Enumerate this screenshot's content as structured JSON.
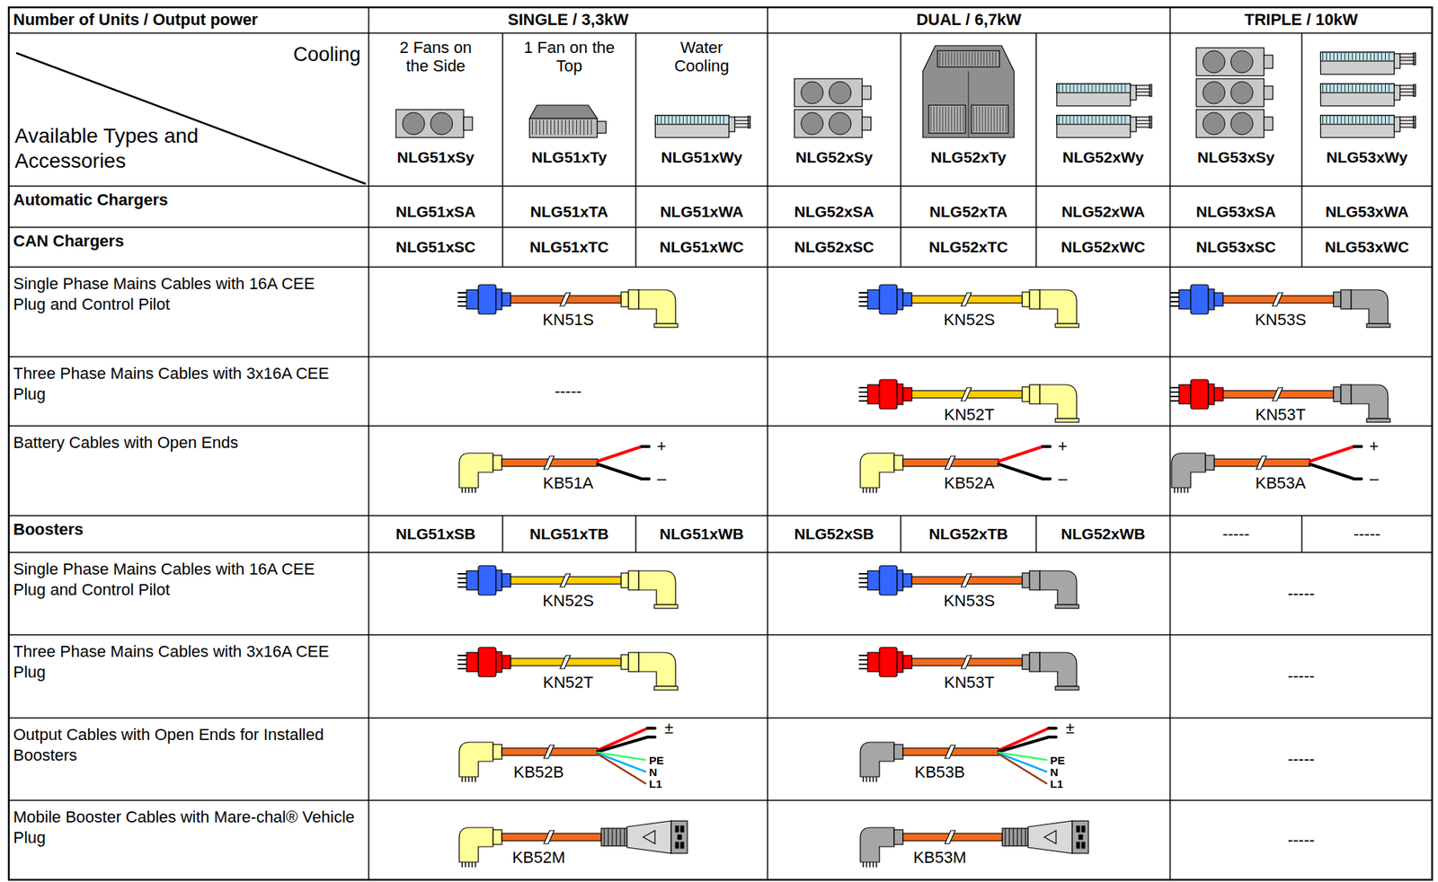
{
  "diagram": {
    "labels": [
      "Number of Units / Output power",
      "SINGLE / 3,3kW",
      "DUAL / 6,7kW",
      "TRIPLE / 10kW",
      "Cooling",
      "2 Fans on the Side",
      "1 Fan on the Top",
      "Water Cooling",
      "Available Types and Accessories",
      "NLG51xSy",
      "NLG51xTy",
      "NLG51xWy",
      "NLG52xSy",
      "NLG52xTy",
      "NLG52xWy",
      "NLG53xSy",
      "NLG53xWy",
      "Automatic Chargers",
      "NLG51xSA",
      "NLG51xTA",
      "NLG51xWA",
      "NLG52xSA",
      "NLG52xTA",
      "NLG52xWA",
      "NLG53xSA",
      "NLG53xWA",
      "CAN Chargers",
      "NLG51xSC",
      "NLG51xTC",
      "NLG51xWC",
      "NLG52xSC",
      "NLG52xTC",
      "NLG52xWC",
      "NLG53xSC",
      "NLG53xWC",
      "Single Phase Mains Cables with 16A CEE Plug and Control Pilot",
      "KN51S",
      "KN52S",
      "KN53S",
      "Three Phase Mains Cables with 3x16A CEE Plug",
      "-----",
      "KN52T",
      "KN53T",
      "Battery Cables with Open Ends",
      "KB51A",
      "+",
      "–",
      "KB52A",
      "+",
      "–",
      "KB53A",
      "+",
      "–",
      "Boosters",
      "NLG51xSB",
      "NLG51xTB",
      "NLG51xWB",
      "NLG52xSB",
      "NLG52xTB",
      "NLG52xWB",
      "-----",
      "-----",
      "Single Phase Mains Cables with 16A CEE Plug and Control Pilot",
      "KN52S",
      "KN53S",
      "-----",
      "Three Phase Mains Cables with 3x16A CEE Plug",
      "KN52T",
      "KN53T",
      "-----",
      "Output Cables with Open Ends for Installed Boosters",
      "KB52B",
      "±",
      "PE",
      "N",
      "L1",
      "KB53B",
      "±",
      "PE",
      "N",
      "L1",
      "-----",
      "Mobile Booster Cables with Mare-chal® Vehicle Plug",
      "KB52M",
      "KB53M",
      "-----"
    ]
  }
}
